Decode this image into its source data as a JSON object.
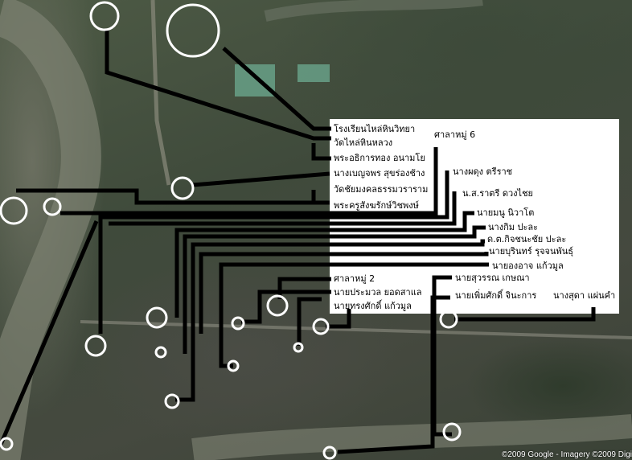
{
  "labels_left_column": [
    "โรงเรียนไหล่หินวิทยา",
    "วัดไหล่หินหลวง",
    "พระอธิการทอง อนามโย",
    "นางเบญจพร สุขร่องช้าง",
    "วัดชัยมงคลธรรมวราราม",
    "พระครูสังฆรักษ์วิชพงษ์"
  ],
  "labels_right": [
    "ศาลาหมู่ 6",
    "นางผดุง ตรีราช",
    "น.ส.ราตรี ดวงไชย",
    "นายมนู นิวาโต",
    "นางกิม ปะละ",
    "ด.ต.กิจชนะชัย ปะละ",
    "นายบุรินทร์ รุจจนพันธุ์",
    "นายองอาจ แก้วมูล",
    "นายสุวรรณ เกษณา"
  ],
  "labels_bottom": [
    "ศาลาหมู่ 2",
    "นายประมวล ยอดสาแล",
    "นายทรงศักดิ์ แก้วมูล",
    "นายเพิ่มศักดิ์ จินะการ",
    "นางสุดา แผ่นคำ"
  ],
  "copyright": "©2009 Google - Imagery ©2009 Digi",
  "colors": {
    "marker": "#ffffff",
    "leader_line": "#000000",
    "label_bg": "#ffffff"
  }
}
